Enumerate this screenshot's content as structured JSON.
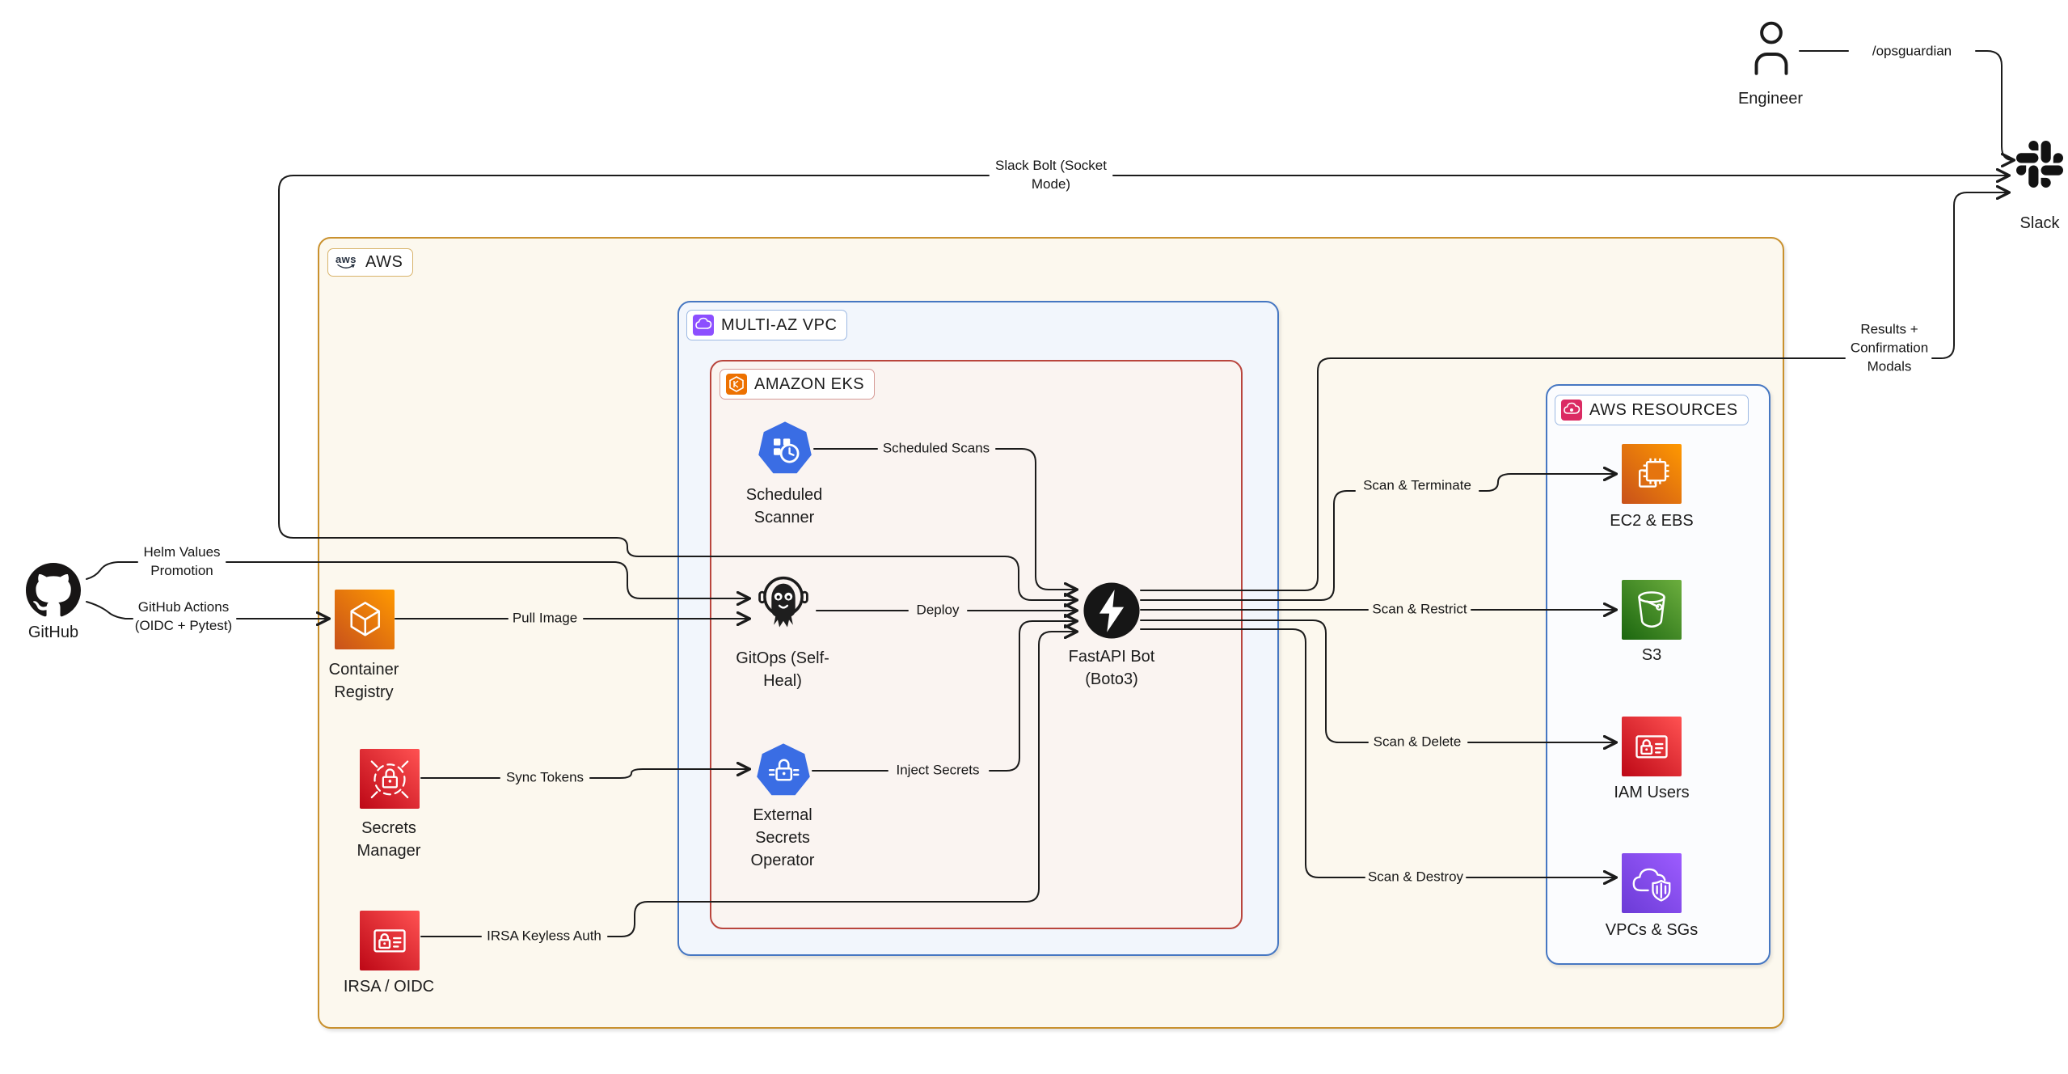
{
  "groups": {
    "aws": "AWS",
    "vpc": "MULTI-AZ VPC",
    "eks": "AMAZON EKS",
    "resources": "AWS RESOURCES"
  },
  "aws_logo_text": "aws",
  "nodes": {
    "github": "GitHub",
    "engineer": "Engineer",
    "slack": "Slack",
    "container_registry": "Container\nRegistry",
    "secrets_manager": "Secrets\nManager",
    "irsa_oidc": "IRSA / OIDC",
    "scheduled_scanner": "Scheduled\nScanner",
    "gitops": "GitOps (Self-\nHeal)",
    "external_secrets": "External\nSecrets\nOperator",
    "fastapi_bot": "FastAPI Bot\n(Boto3)",
    "ec2_ebs": "EC2 & EBS",
    "s3": "S3",
    "iam_users": "IAM Users",
    "vpcs_sgs": "VPCs & SGs"
  },
  "edges": {
    "opsguardian": "/opsguardian",
    "slack_bolt": "Slack Bolt (Socket\nMode)",
    "helm": "Helm Values\nPromotion",
    "github_actions": "GitHub Actions\n(OIDC + Pytest)",
    "pull_image": "Pull Image",
    "sync_tokens": "Sync Tokens",
    "irsa_keyless": "IRSA Keyless Auth",
    "scheduled_scans": "Scheduled Scans",
    "deploy": "Deploy",
    "inject_secrets": "Inject Secrets",
    "results": "Results +\nConfirmation\nModals",
    "scan_terminate": "Scan & Terminate",
    "scan_restrict": "Scan & Restrict",
    "scan_delete": "Scan & Delete",
    "scan_destroy": "Scan & Destroy"
  },
  "colors": {
    "aws_border": "#C9912E",
    "vpc_border": "#4677C2",
    "eks_border": "#B9453D",
    "resources_border": "#4677C2",
    "k8s_blue": "#3A6DE4",
    "aws_orange": "#ED7100",
    "aws_red": "#DD344C",
    "aws_green": "#5A9E32",
    "aws_purple": "#8C4FFF",
    "resources_icon_pink": "#DB2B63",
    "line": "#1b1b1b"
  }
}
